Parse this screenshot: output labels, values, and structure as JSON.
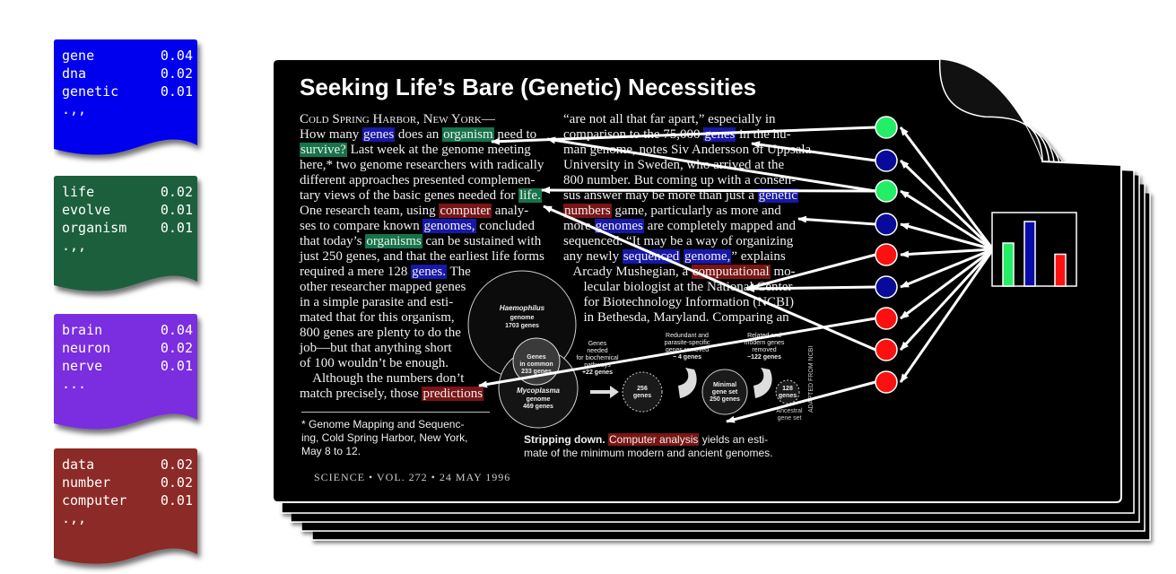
{
  "colors": {
    "topic_blue": "#0000ee",
    "topic_green": "#1e5e3c",
    "topic_purple": "#7a2fe0",
    "topic_red": "#8b2a25",
    "hl_blue": "#1717a8",
    "hl_green": "#16734a",
    "hl_red": "#7a1515",
    "node_green": "#22ee66",
    "node_blue": "#0a0a9a",
    "node_red": "#ff1010",
    "bar_green": "#22ee66",
    "bar_blue": "#0a0aa8",
    "bar_red": "#ff1010"
  },
  "topics": [
    {
      "words": [
        {
          "term": "gene",
          "weight": "0.04"
        },
        {
          "term": "dna",
          "weight": "0.02"
        },
        {
          "term": "genetic",
          "weight": "0.01"
        }
      ],
      "more": ".,,"
    },
    {
      "words": [
        {
          "term": "life",
          "weight": "0.02"
        },
        {
          "term": "evolve",
          "weight": "0.01"
        },
        {
          "term": "organism",
          "weight": "0.01"
        }
      ],
      "more": ".,,"
    },
    {
      "words": [
        {
          "term": "brain",
          "weight": "0.04"
        },
        {
          "term": "neuron",
          "weight": "0.02"
        },
        {
          "term": "nerve",
          "weight": "0.01"
        }
      ],
      "more": "..."
    },
    {
      "words": [
        {
          "term": "data",
          "weight": "0.02"
        },
        {
          "term": "number",
          "weight": "0.02"
        },
        {
          "term": "computer",
          "weight": "0.01"
        }
      ],
      "more": ".,,"
    }
  ],
  "article": {
    "title": "Seeking Life’s Bare (Genetic) Necessities",
    "dateline": "Cold Spring Harbor, New York—",
    "left_col": [
      [
        {
          "t": "How many "
        },
        {
          "t": "genes",
          "c": "blue"
        },
        {
          "t": " does an "
        },
        {
          "t": "organism",
          "c": "green"
        },
        {
          "t": " need to"
        }
      ],
      [
        {
          "t": "survive?",
          "c": "green"
        },
        {
          "t": " Last week at the genome meeting"
        }
      ],
      [
        {
          "t": "here,* two genome researchers with radically"
        }
      ],
      [
        {
          "t": "different approaches presented complemen-"
        }
      ],
      [
        {
          "t": "tary views of the basic genes needed for "
        },
        {
          "t": "life.",
          "c": "green"
        }
      ],
      [
        {
          "t": "One research team, using "
        },
        {
          "t": "computer",
          "c": "red"
        },
        {
          "t": " analy-"
        }
      ],
      [
        {
          "t": "ses to compare known "
        },
        {
          "t": "genomes,",
          "c": "blue"
        },
        {
          "t": " concluded"
        }
      ],
      [
        {
          "t": "that today’s "
        },
        {
          "t": "organisms",
          "c": "green"
        },
        {
          "t": " can be sustained with"
        }
      ],
      [
        {
          "t": "just 250 genes, and that the earliest life forms"
        }
      ],
      [
        {
          "t": "required a mere 128 "
        },
        {
          "t": "genes.",
          "c": "blue"
        },
        {
          "t": " The"
        }
      ],
      [
        {
          "t": "other researcher mapped genes"
        }
      ],
      [
        {
          "t": "in a simple parasite and esti-"
        }
      ],
      [
        {
          "t": "mated that for this organism,"
        }
      ],
      [
        {
          "t": "800 genes are plenty to do the"
        }
      ],
      [
        {
          "t": "job—but that anything short"
        }
      ],
      [
        {
          "t": "of 100 wouldn’t be enough."
        }
      ],
      [
        {
          "t": "    Although the numbers don’t"
        }
      ],
      [
        {
          "t": "match precisely, those "
        },
        {
          "t": "predictions",
          "c": "red"
        }
      ]
    ],
    "right_col": [
      [
        {
          "t": "“are not all that far apart,” especially in"
        }
      ],
      [
        {
          "t": "comparison to the 75,000 "
        },
        {
          "t": "genes",
          "c": "blue"
        },
        {
          "t": " in the hu-"
        }
      ],
      [
        {
          "t": "man genome, notes Siv Andersson of Uppsala"
        }
      ],
      [
        {
          "t": "University in Sweden, who arrived at the"
        }
      ],
      [
        {
          "t": "800 number. But coming up with a consen-"
        }
      ],
      [
        {
          "t": "sus answer may be more than just a "
        },
        {
          "t": "genetic",
          "c": "blue"
        }
      ],
      [
        {
          "t": "numbers",
          "c": "red"
        },
        {
          "t": " game, particularly as more and"
        }
      ],
      [
        {
          "t": "more "
        },
        {
          "t": "genomes",
          "c": "blue"
        },
        {
          "t": " are completely mapped and"
        }
      ],
      [
        {
          "t": "sequenced. “It may be a way of organizing"
        }
      ],
      [
        {
          "t": "any newly "
        },
        {
          "t": "sequenced",
          "c": "blue"
        },
        {
          "t": " "
        },
        {
          "t": "genome,",
          "c": "blue"
        },
        {
          "t": "” explains"
        }
      ],
      [
        {
          "t": "   Arcady Mushegian, a "
        },
        {
          "t": "computational",
          "c": "red"
        },
        {
          "t": " mo-"
        }
      ],
      [
        {
          "t": "      lecular biologist at the National Center"
        }
      ],
      [
        {
          "t": "      for Biotechnology Information (NCBI)"
        }
      ],
      [
        {
          "t": "      in Bethesda, Maryland. Comparing an"
        }
      ]
    ],
    "footnote": "* Genome Mapping and Sequenc-ing, Cold Spring Harbor, New York, May 8 to 12.",
    "footnote_lines": [
      "* Genome Mapping and Sequenc-",
      "ing, Cold Spring Harbor, New York,",
      "May 8 to 12."
    ],
    "footer": "SCIENCE • VOL. 272 • 24 MAY 1996",
    "caption_bold": "Stripping down.",
    "caption_hl": "Computer analysis",
    "caption_rest1": " yields an esti-",
    "caption_rest2": "mate of the minimum modern and ancient genomes.",
    "figure": {
      "haemophilus": [
        "Haemophilus",
        "genome",
        "1703 genes"
      ],
      "common": [
        "Genes",
        "in common",
        "233 genes"
      ],
      "mycoplasma": [
        "Mycoplasma",
        "genome",
        "469 genes"
      ],
      "note1": [
        "Genes",
        "needed",
        "for biochemical",
        "pathways",
        "+22 genes"
      ],
      "note2": [
        "Redundant and",
        "parasite-specific",
        "genes removed",
        "− 4 genes"
      ],
      "note3": [
        "Related and",
        "modern genes",
        "removed",
        "−122 genes"
      ],
      "box256": [
        "256",
        "genes"
      ],
      "minimal": [
        "Minimal",
        "gene set",
        "250 genes"
      ],
      "box128": [
        "128",
        "genes"
      ],
      "ancestral": [
        "Ancestral",
        "gene set"
      ],
      "credit": "ADAPTED FROM NCBI"
    }
  },
  "topic_proportions": {
    "type": "bar",
    "categories": [
      "green topic",
      "blue topic",
      "red topic"
    ],
    "values": [
      0.5,
      0.75,
      0.37
    ]
  }
}
